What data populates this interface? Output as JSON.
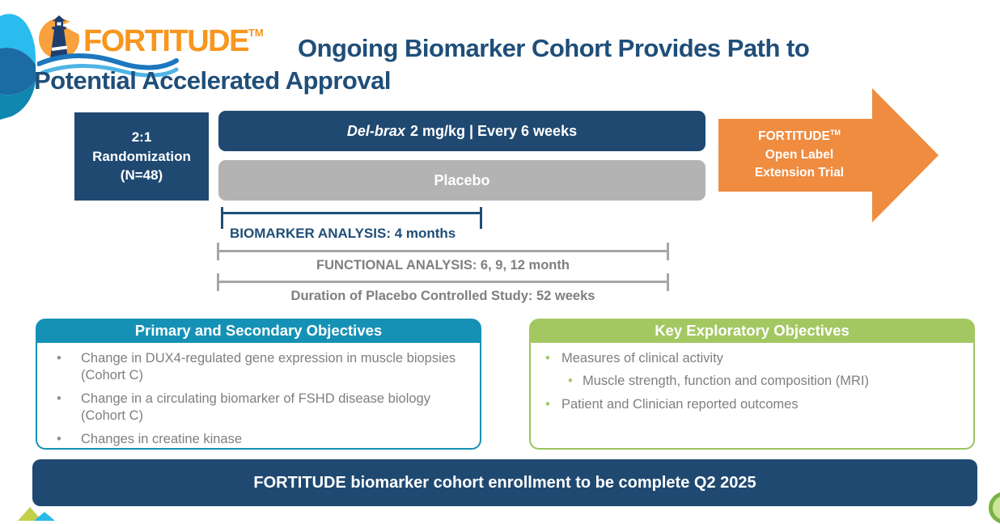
{
  "logo": {
    "brand": "FORTITUDE",
    "tm": "TM"
  },
  "title": {
    "line1": "Ongoing Biomarker Cohort Provides Path to",
    "line2": "Potential Accelerated Approval"
  },
  "diagram": {
    "randomization": {
      "line1": "2:1",
      "line2": "Randomization",
      "line3": "(N=48)"
    },
    "delbrax": {
      "drug": "Del-brax",
      "rest": "2 mg/kg | Every 6 weeks"
    },
    "placebo": "Placebo",
    "arrow": {
      "line1": "FORTITUDE",
      "tm": "TM",
      "line2": "Open Label",
      "line3": "Extension Trial"
    },
    "brackets": [
      {
        "label": "BIOMARKER ANALYSIS: 4 months"
      },
      {
        "label": "FUNCTIONAL ANALYSIS: 6, 9, 12 month"
      },
      {
        "label": "Duration of Placebo Controlled Study: 52 weeks"
      }
    ]
  },
  "objectives": {
    "primary": {
      "title": "Primary and Secondary Objectives",
      "items": [
        "Change in DUX4-regulated gene expression in muscle biopsies (Cohort C)",
        "Change in a circulating biomarker of FSHD disease biology (Cohort C)",
        "Changes in creatine kinase"
      ]
    },
    "exploratory": {
      "title": "Key Exploratory Objectives",
      "items": [
        "Measures of clinical activity",
        "Muscle strength, function and composition (MRI)",
        "Patient and Clinician reported outcomes"
      ]
    }
  },
  "banner": "FORTITUDE biomarker cohort enrollment to be complete Q2 2025",
  "colors": {
    "navy": "#1F4971",
    "title_navy": "#1F4E79",
    "logo_orange": "#F8961D",
    "arrow_orange": "#EF8C40",
    "teal_header": "#1591B5",
    "green_header": "#A3C862",
    "placebo_gray": "#B3B3B3",
    "body_text_gray": "#7F7F7F",
    "bracket_gray": "#A6A6A6"
  }
}
